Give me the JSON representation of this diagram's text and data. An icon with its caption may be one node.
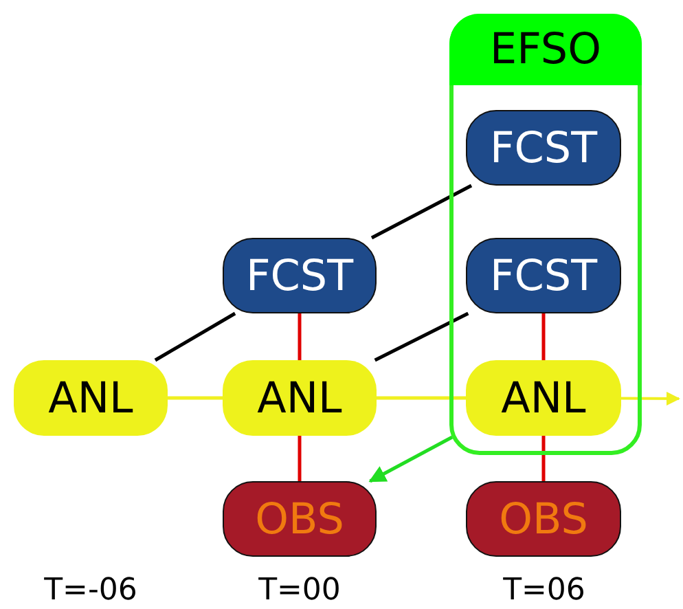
{
  "diagram": {
    "nodes": [
      {
        "text": [
          "EFSO"
        ]
      },
      {
        "text": [
          "FCST"
        ],
        "in": 0
      },
      {
        "text": [
          "FCST"
        ]
      },
      {
        "text": [
          "FCST"
        ],
        "in": 0
      },
      {
        "text": [
          "ANL"
        ]
      },
      {
        "text": [
          "ANL"
        ]
      },
      {
        "text": [
          "ANL"
        ],
        "in": 0
      },
      {
        "text": [
          "OBS"
        ]
      },
      {
        "text": [
          "OBS"
        ]
      }
    ],
    "edges": [
      {
        "from": 4,
        "to": 2,
        "arrow": "none",
        "color": "#000000"
      },
      {
        "from": 2,
        "to": 1,
        "arrow": "none",
        "color": "#000000"
      },
      {
        "from": 5,
        "to": 3,
        "arrow": "none",
        "color": "#000000"
      },
      {
        "from": 2,
        "to": 5,
        "arrow": "none",
        "color": "#e00000"
      },
      {
        "from": 5,
        "to": 7,
        "arrow": "none",
        "color": "#e00000"
      },
      {
        "from": 3,
        "to": 6,
        "arrow": "none",
        "color": "#e00000"
      },
      {
        "from": 6,
        "to": 8,
        "arrow": "none",
        "color": "#e00000"
      },
      {
        "from": 4,
        "to": 5,
        "arrow": "none",
        "color": "#f0f020"
      },
      {
        "from": 5,
        "to": 6,
        "arrow": "none",
        "color": "#f0f020"
      },
      {
        "from": 6,
        "to": null,
        "arrow": "to",
        "color": "#f0f020"
      },
      {
        "from": 0,
        "to": 7,
        "arrow": "to",
        "color": "#22dd22"
      }
    ],
    "labels": [
      "T=-06",
      "T=00",
      "T=06"
    ]
  }
}
